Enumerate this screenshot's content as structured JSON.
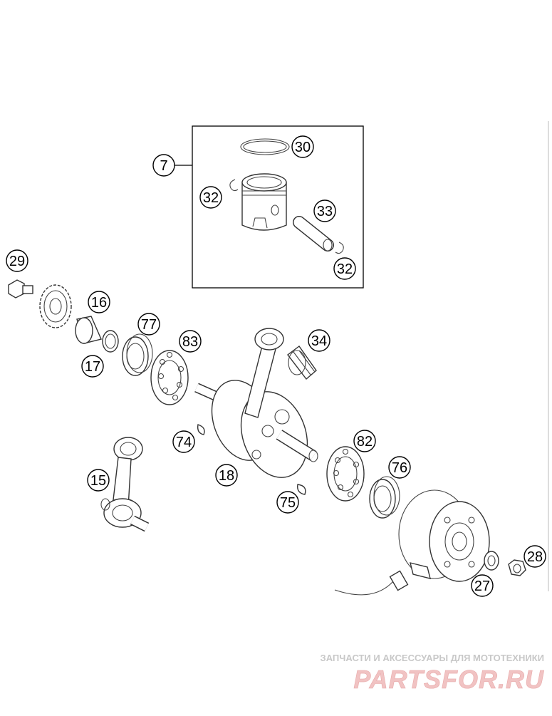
{
  "diagram": {
    "callouts": [
      {
        "id": "c7",
        "label": "7"
      },
      {
        "id": "c30",
        "label": "30"
      },
      {
        "id": "c32a",
        "label": "32"
      },
      {
        "id": "c33",
        "label": "33"
      },
      {
        "id": "c32b",
        "label": "32"
      },
      {
        "id": "c29",
        "label": "29"
      },
      {
        "id": "c16",
        "label": "16"
      },
      {
        "id": "c77",
        "label": "77"
      },
      {
        "id": "c83",
        "label": "83"
      },
      {
        "id": "c34",
        "label": "34"
      },
      {
        "id": "c17",
        "label": "17"
      },
      {
        "id": "c74",
        "label": "74"
      },
      {
        "id": "c82",
        "label": "82"
      },
      {
        "id": "c15",
        "label": "15"
      },
      {
        "id": "c18",
        "label": "18"
      },
      {
        "id": "c76",
        "label": "76"
      },
      {
        "id": "c75",
        "label": "75"
      },
      {
        "id": "c28",
        "label": "28"
      },
      {
        "id": "c27",
        "label": "27"
      }
    ]
  },
  "watermark": {
    "tagline": "ЗАПЧАСТИ И АКСЕССУАРЫ ДЛЯ МОТОТЕХНИКИ",
    "logo_text": "PARTSFOR.RU"
  }
}
